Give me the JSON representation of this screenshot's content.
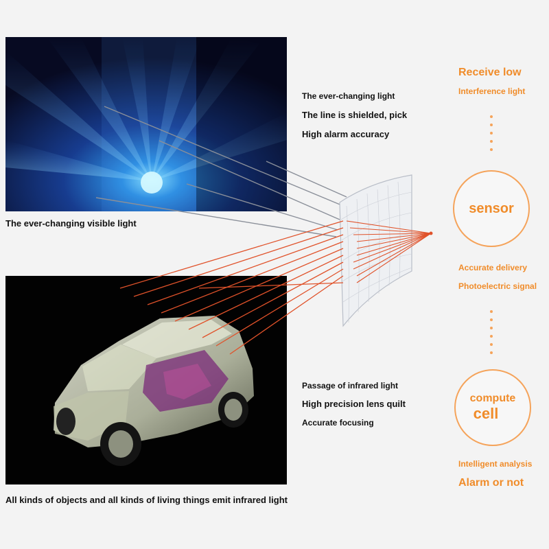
{
  "visible_light": {
    "caption": "The ever-changing visible light",
    "notes": [
      "The ever-changing light",
      "The line is shielded, pick",
      "High alarm accuracy"
    ]
  },
  "infrared": {
    "caption": "All kinds of objects and all kinds of living things emit infrared light",
    "notes": [
      "Passage of infrared light",
      "High precision lens quilt",
      "Accurate focusing"
    ]
  },
  "flow": {
    "receive_title": "Receive low",
    "receive_sub": "Interference light",
    "sensor_label": "sensor",
    "delivery_line1": "Accurate delivery",
    "delivery_line2": "Photoelectric signal",
    "compute_line1": "compute",
    "compute_line2": "cell",
    "analysis_line1": "Intelligent analysis",
    "analysis_line2": "Alarm or not"
  },
  "colors": {
    "accent_orange": "#f08c2a",
    "circle_border": "#f5a35a",
    "infrared_ray": "#e0522a",
    "visible_ray": "#8a8f99"
  }
}
